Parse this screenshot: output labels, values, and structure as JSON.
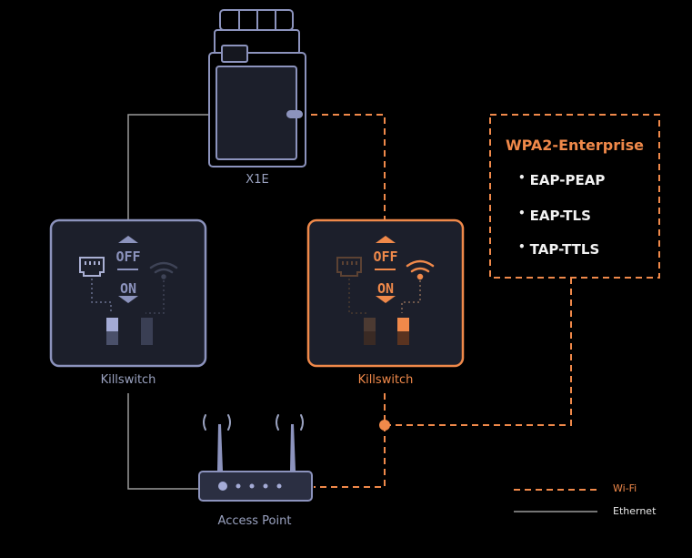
{
  "diagram": {
    "nodes": {
      "device": {
        "label": "X1E"
      },
      "killswitch_ethernet": {
        "label": "Killswitch",
        "state": "ethernet-on",
        "off_label": "OFF",
        "on_label": "ON"
      },
      "killswitch_wifi": {
        "label": "Killswitch",
        "state": "wifi-on",
        "off_label": "OFF",
        "on_label": "ON"
      },
      "access_point": {
        "label": "Access Point"
      }
    },
    "security_box": {
      "title": "WPA2-Enterprise",
      "methods": [
        "EAP-PEAP",
        "EAP-TLS",
        "TAP-TTLS"
      ]
    },
    "legend": {
      "wifi": "Wi-Fi",
      "ethernet": "Ethernet"
    },
    "colors": {
      "background": "#000000",
      "wifi": "#f0894a",
      "ethernet": "#9a9a9a",
      "device_stroke": "#8c93bd",
      "panel_fill": "#1c1f2b"
    }
  }
}
